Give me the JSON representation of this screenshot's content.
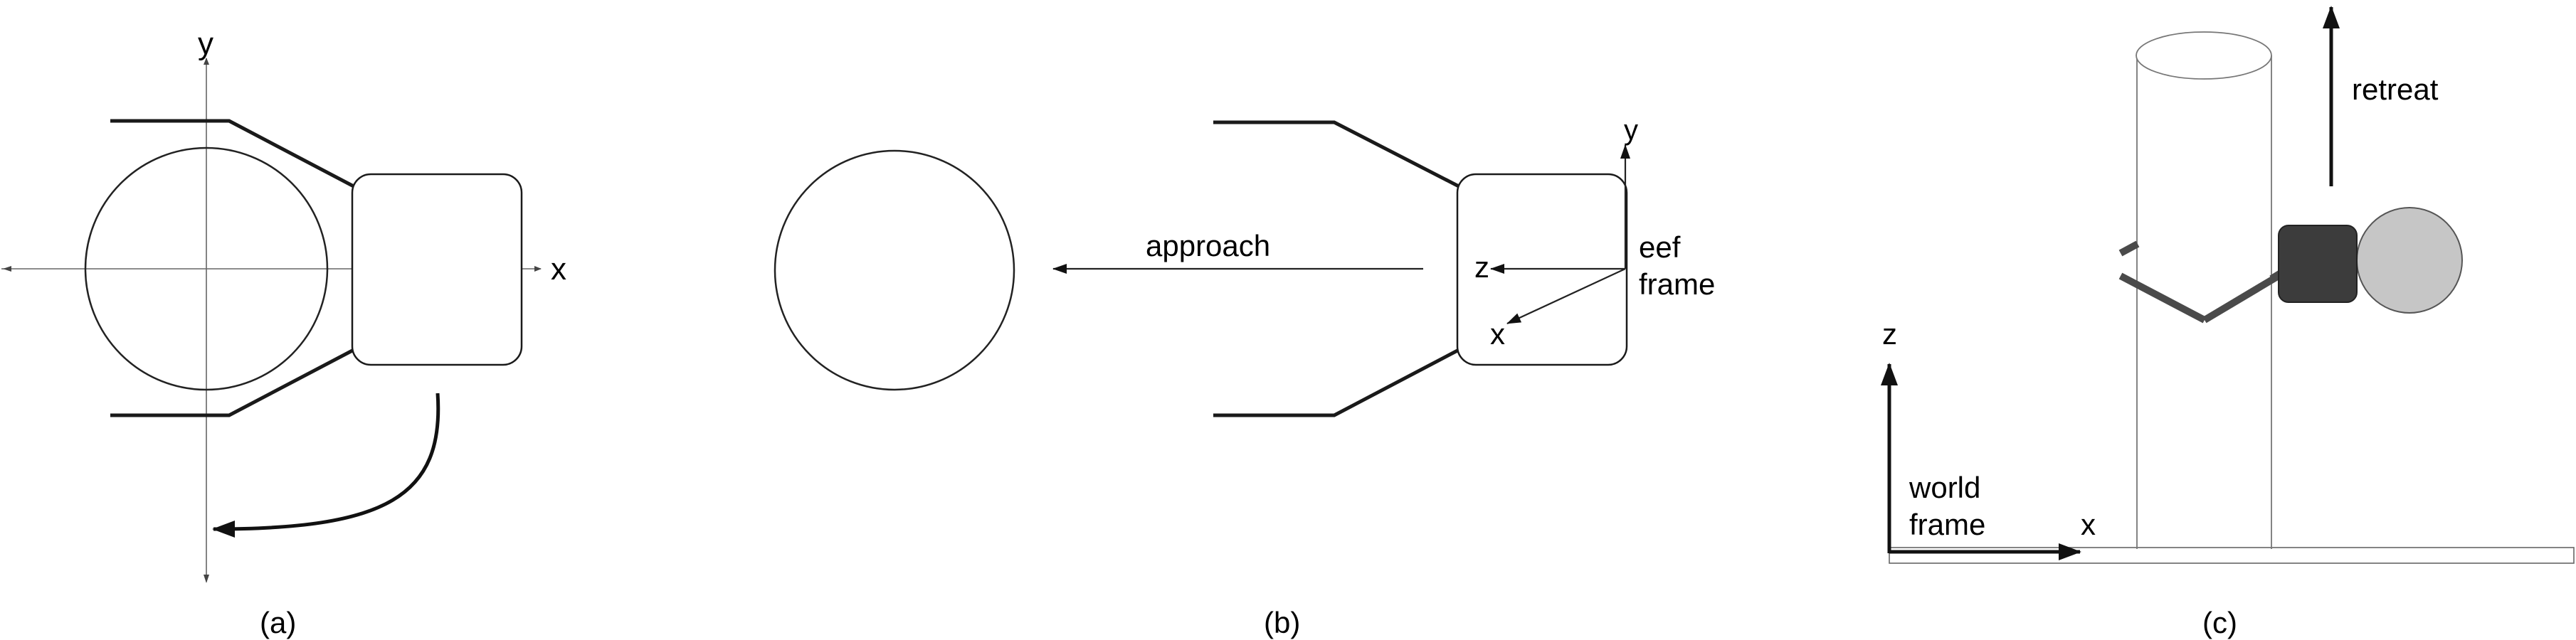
{
  "panel_a": {
    "axis_y": "y",
    "axis_x": "x",
    "caption": "(a)"
  },
  "panel_b": {
    "approach": "approach",
    "z": "z",
    "x": "x",
    "y": "y",
    "eef_line1": "eef",
    "eef_line2": "frame",
    "caption": "(b)"
  },
  "panel_c": {
    "retreat": "retreat",
    "z": "z",
    "x": "x",
    "world_line1": "world",
    "world_line2": "frame",
    "caption": "(c)",
    "colors": {
      "gripper_body": "#3c3c3c",
      "ball": "#c6c6c6"
    }
  }
}
